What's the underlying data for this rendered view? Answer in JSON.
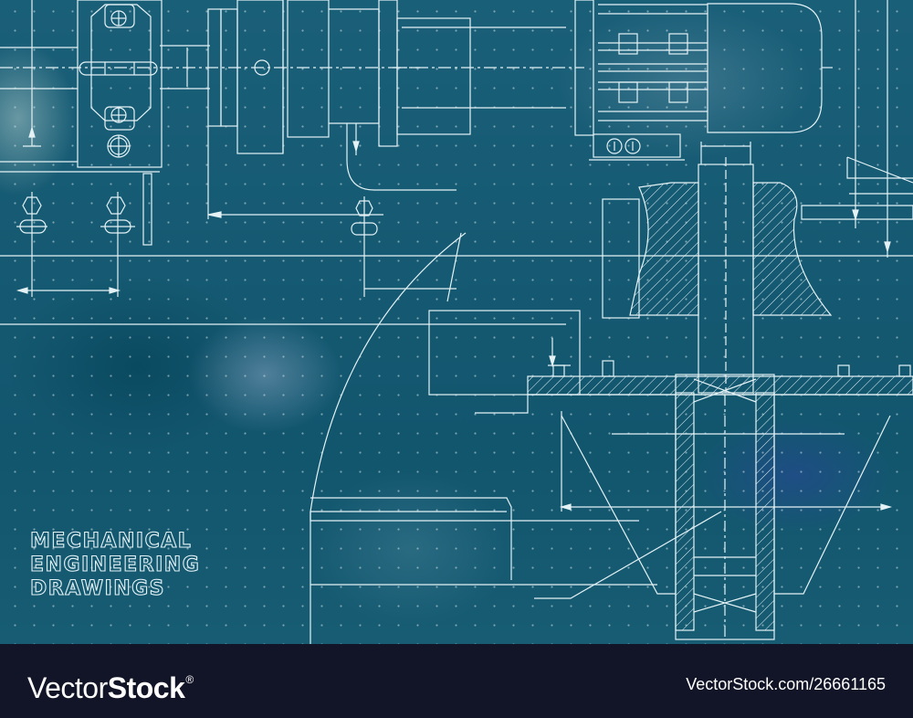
{
  "artwork": {
    "subject": "mechanical engineering blueprint illustration",
    "colors": {
      "background": "#155a72",
      "line": "#e4f2f6",
      "grid_dot": "#d2e1e6",
      "footer": "#121427"
    },
    "title_lines": [
      "MECHANICAL",
      "ENGINEERING",
      "DRAWINGS"
    ]
  },
  "footer": {
    "logo_light": "Vector",
    "logo_bold": "Stock",
    "logo_mark": "®",
    "stock_id": "VectorStock.com/26661165"
  }
}
